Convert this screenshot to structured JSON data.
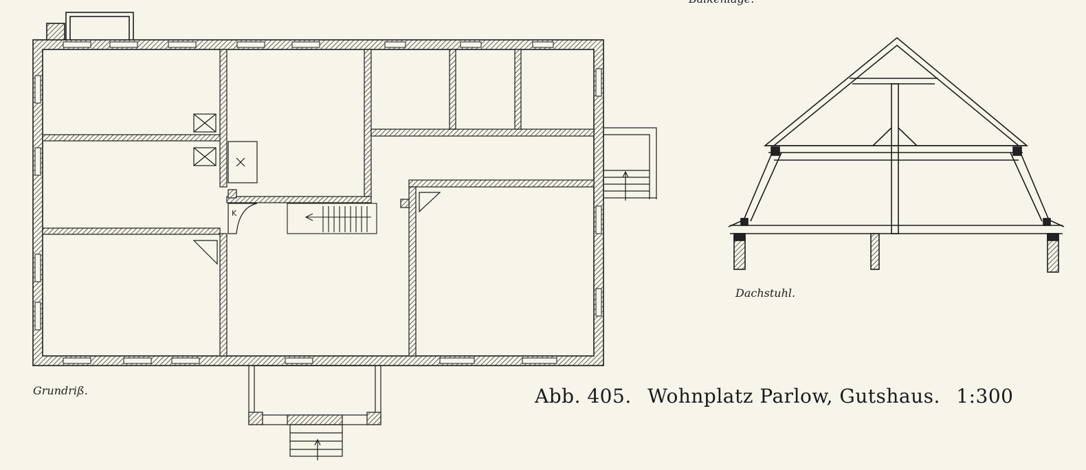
{
  "labels": {
    "plan": "Grundriß.",
    "section": "Dachstuhl.",
    "kitchen_mark": "K",
    "top_cut": "Balkenlage."
  },
  "caption": {
    "figure": "Abb. 405.",
    "title": "Wohnplatz Parlow, Gutshaus.",
    "scale": "1:300"
  },
  "colors": {
    "paper": "#f7f4ea",
    "ink": "#1d1d1d"
  }
}
